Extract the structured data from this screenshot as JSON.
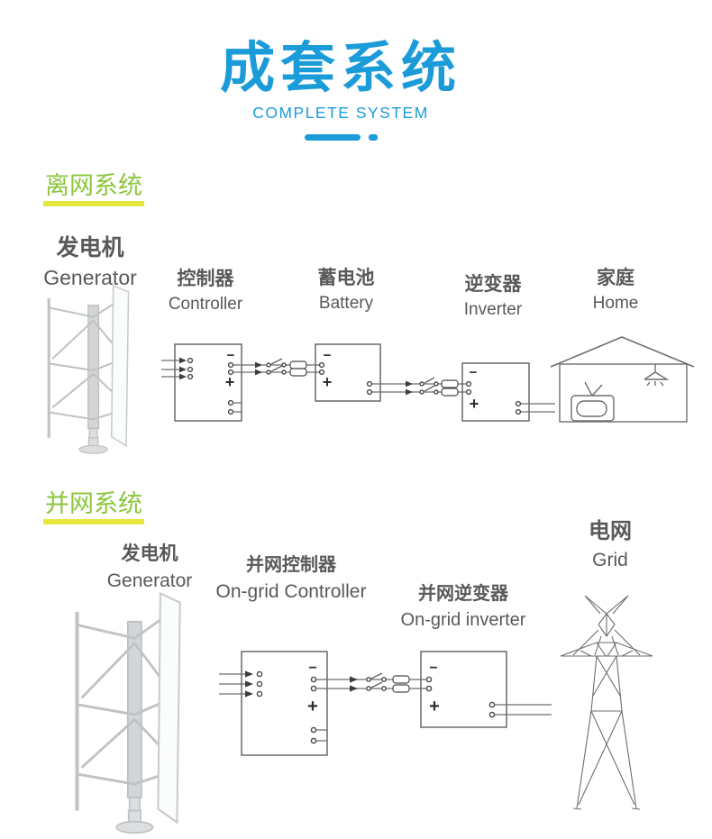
{
  "header": {
    "title": "成套系统",
    "subtitle": "COMPLETE SYSTEM"
  },
  "symbols": {
    "minus": "−",
    "plus": "+"
  },
  "colors": {
    "accent-blue": "#1b9cd9",
    "section-green": "#8cc63e",
    "underline-yellow": "#e5e73e",
    "label-gray": "#58595b",
    "line-gray": "#6d6e71"
  },
  "sections": [
    {
      "id": "off-grid",
      "heading": "离网系统",
      "components": [
        {
          "zh": "发电机",
          "en": "Generator"
        },
        {
          "zh": "控制器",
          "en": "Controller"
        },
        {
          "zh": "蓄电池",
          "en": "Battery"
        },
        {
          "zh": "逆变器",
          "en": "Inverter"
        },
        {
          "zh": "家庭",
          "en": "Home"
        }
      ]
    },
    {
      "id": "on-grid",
      "heading": "并网系统",
      "components": [
        {
          "zh": "发电机",
          "en": "Generator"
        },
        {
          "zh": "并网控制器",
          "en": "On-grid Controller"
        },
        {
          "zh": "并网逆变器",
          "en": "On-grid inverter"
        },
        {
          "zh": "电网",
          "en": "Grid"
        }
      ]
    }
  ]
}
